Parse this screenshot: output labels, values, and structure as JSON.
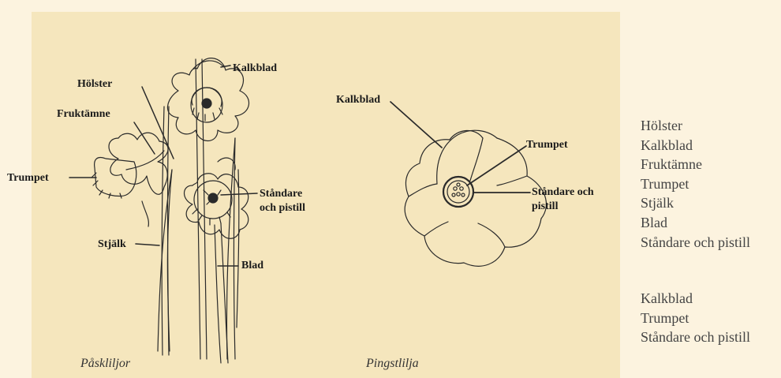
{
  "figure1": {
    "caption": "Påskliljor",
    "labels": {
      "kalkblad": "Kalkblad",
      "holster": "Hölster",
      "fruktamne": "Fruktämne",
      "trumpet": "Trumpet",
      "standare_line1": "Ståndare",
      "standare_line2": "och pistill",
      "stjalk": "Stjälk",
      "blad": "Blad"
    }
  },
  "figure2": {
    "caption": "Pingstlilja",
    "labels": {
      "kalkblad": "Kalkblad",
      "trumpet": "Trumpet",
      "standare_line1": "Ståndare och",
      "standare_line2": "pistill"
    }
  },
  "legend1": [
    "Hölster",
    "Kalkblad",
    "Fruktämne",
    "Trumpet",
    "Stjälk",
    "Blad",
    "Ståndare och pistill"
  ],
  "legend2": [
    "Kalkblad",
    "Trumpet",
    "Ståndare och pistill"
  ]
}
